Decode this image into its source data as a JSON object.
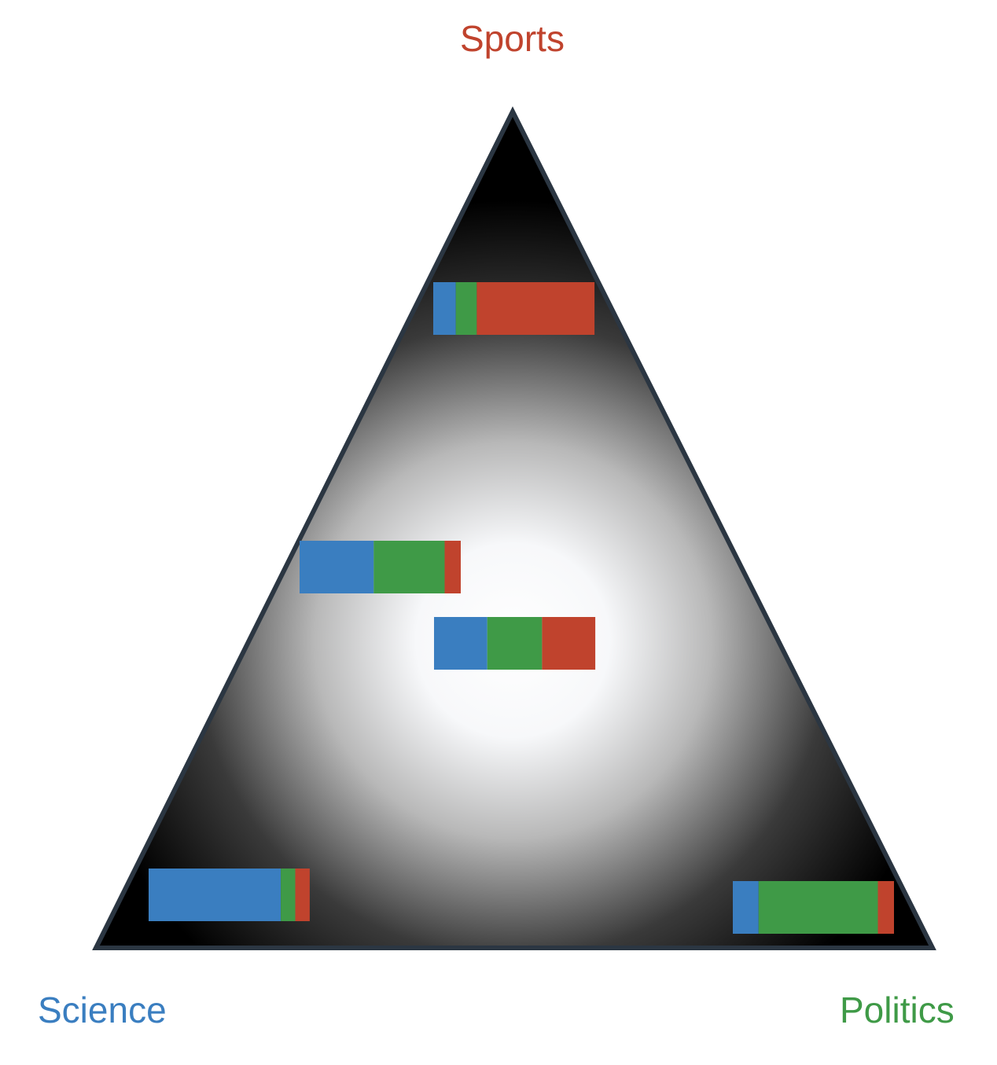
{
  "vertices": {
    "top": {
      "label": "Sports",
      "color": "#c0432d"
    },
    "left": {
      "label": "Science",
      "color": "#3a7ec0"
    },
    "right": {
      "label": "Politics",
      "color": "#3f9a47"
    }
  },
  "colors": {
    "science": "#3a7ec0",
    "politics": "#3f9a47",
    "sports": "#c0432d",
    "triangle_edge": "#2b3642",
    "triangle_dark": "#000000",
    "triangle_light": "#ffffff"
  },
  "mixtures": [
    {
      "id": "mix-sports-dominant",
      "science": 0.14,
      "politics": 0.13,
      "sports": 0.73
    },
    {
      "id": "mix-science-politics",
      "science": 0.46,
      "politics": 0.44,
      "sports": 0.1
    },
    {
      "id": "mix-balanced",
      "science": 0.33,
      "politics": 0.34,
      "sports": 0.33
    },
    {
      "id": "mix-science-dominant",
      "science": 0.82,
      "politics": 0.09,
      "sports": 0.09
    },
    {
      "id": "mix-politics-dominant",
      "science": 0.16,
      "politics": 0.74,
      "sports": 0.1
    }
  ]
}
